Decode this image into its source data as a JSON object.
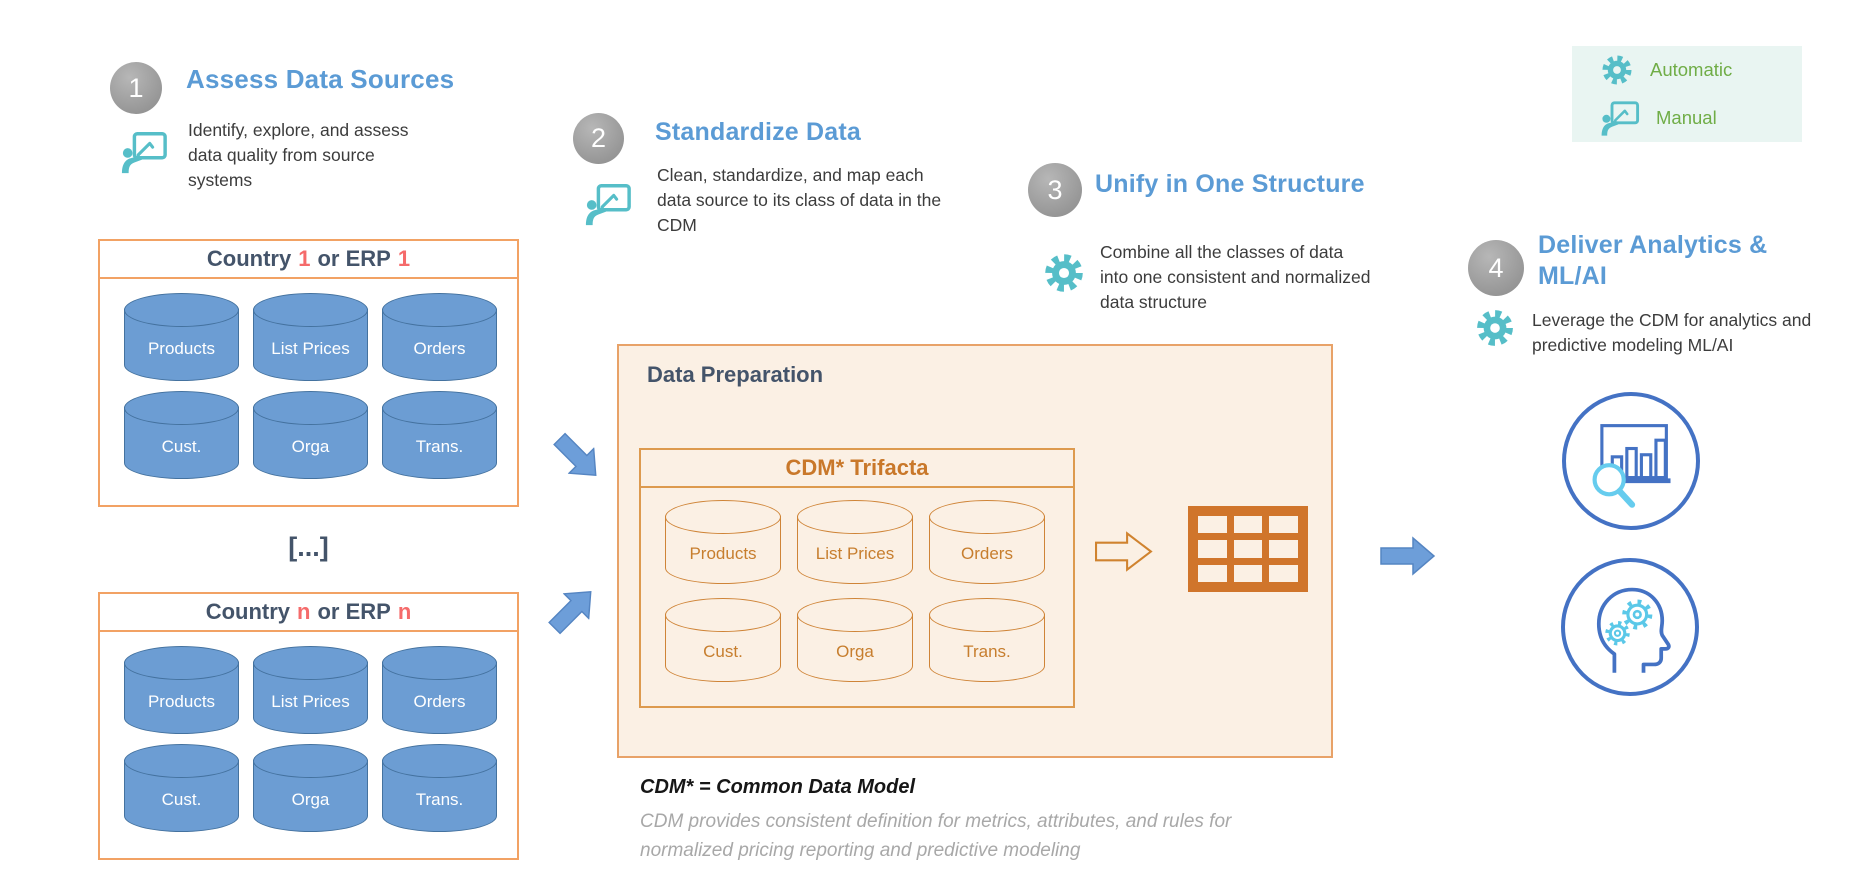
{
  "legend": {
    "automatic": "Automatic",
    "manual": "Manual"
  },
  "steps": [
    {
      "number": "1",
      "title": "Assess Data Sources",
      "description": "Identify, explore, and assess data quality from source systems",
      "mode": "manual"
    },
    {
      "number": "2",
      "title": "Standardize Data",
      "description": "Clean, standardize, and map each data source to its class of data in the CDM",
      "mode": "manual"
    },
    {
      "number": "3",
      "title": "Unify in One Structure",
      "description": "Combine all the classes of data into one consistent and normalized data structure",
      "mode": "automatic"
    },
    {
      "number": "4",
      "title": "Deliver Analytics & ML/AI",
      "description": "Leverage the CDM for analytics and predictive modeling ML/AI",
      "mode": "automatic"
    }
  ],
  "db_labels": [
    "Products",
    "List Prices",
    "Orders",
    "Cust.",
    "Orga",
    "Trans."
  ],
  "sources": {
    "box1": {
      "prefix": "Country",
      "num1": "1",
      "middle": "or ERP",
      "num2": "1"
    },
    "boxn": {
      "prefix": "Country",
      "num1": "n",
      "middle": "or ERP",
      "num2": "n"
    },
    "ellipsis": "[...]"
  },
  "data_prep": {
    "title": "Data Preparation",
    "cdm_title": "CDM* Trifacta"
  },
  "notes": {
    "heading": "CDM* = Common Data Model",
    "body": "CDM provides consistent definition for metrics, attributes, and rules for normalized pricing reporting and predictive modeling"
  },
  "colors": {
    "accent_blue": "#5B9BD5",
    "navy": "#44546A",
    "coral": "#F56B6B",
    "teal": "#56BEC8",
    "green": "#70AD47",
    "orange": "#D0832F",
    "orange_light": "#F2A264",
    "cream": "#FBF0E4",
    "cylinder_blue": "#6C9DD3",
    "icon_blue": "#4472C4",
    "icon_cyan": "#5BC8E8"
  }
}
